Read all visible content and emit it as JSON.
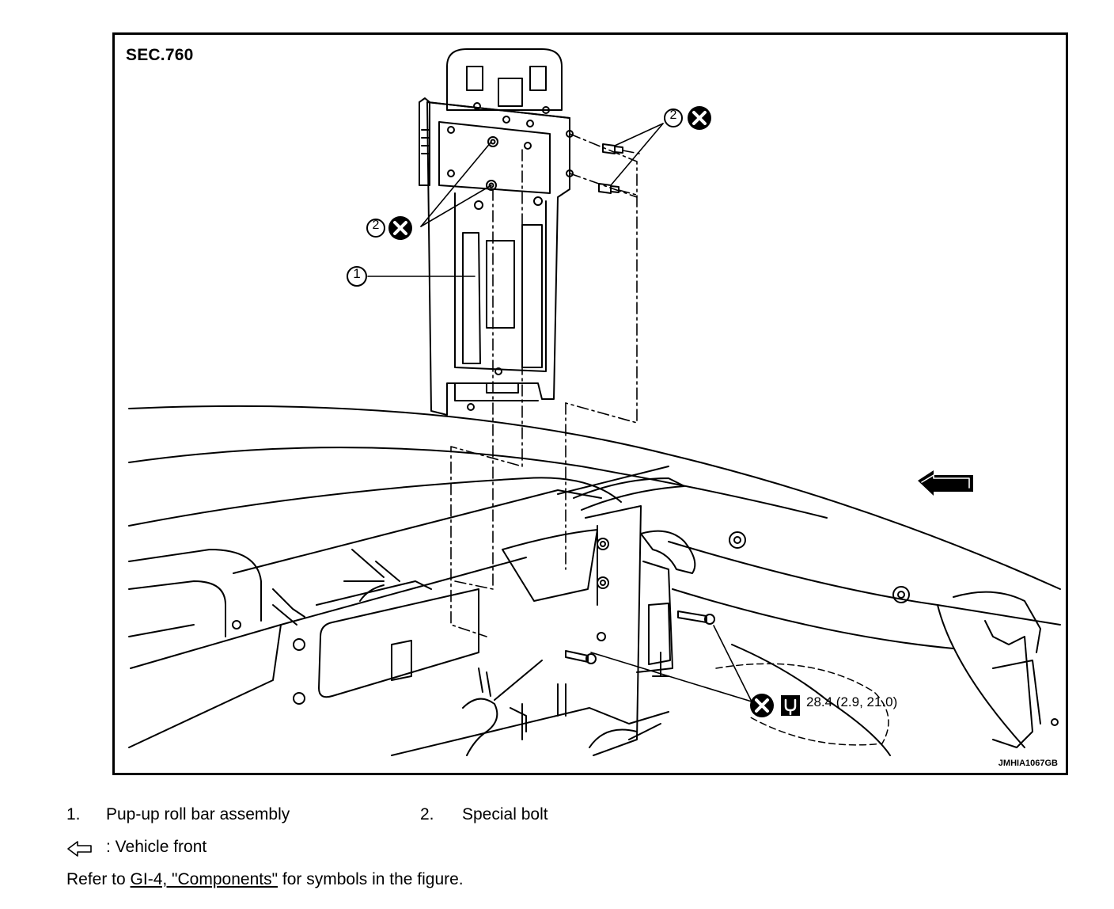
{
  "figure": {
    "section_label": "SEC.760",
    "figure_code": "JMHIA1067GB",
    "callout_1": "1",
    "callout_2": "2",
    "torque": "28.4 (2.9, 21.0)",
    "icons": [
      "do-not-reuse-icon",
      "torque-wrench-icon",
      "vehicle-front-arrow-icon"
    ]
  },
  "legend": {
    "items": [
      {
        "number": "1.",
        "label": "Pup-up roll bar assembly"
      },
      {
        "number": "2.",
        "label": "Special bolt"
      }
    ],
    "front_symbol_label": ": Vehicle front"
  },
  "reference": {
    "prefix": "Refer to ",
    "link_text": "GI-4, \"Components\"",
    "suffix": " for symbols in the figure."
  }
}
